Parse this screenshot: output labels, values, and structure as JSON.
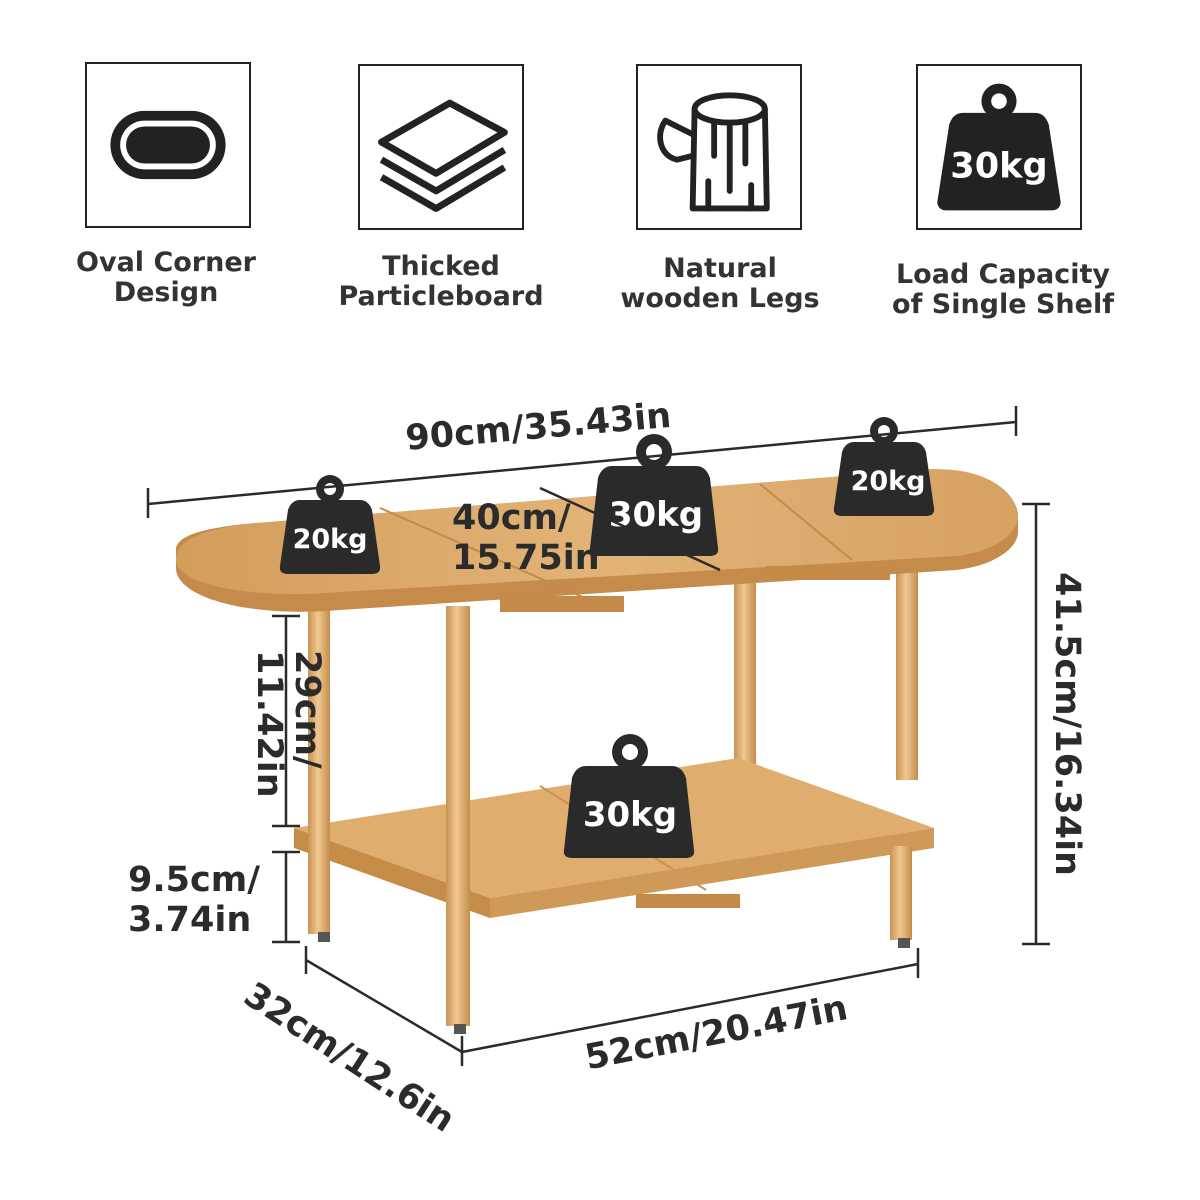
{
  "features": [
    {
      "icon": "oval-corner-icon",
      "label_line1": "Oval Corner",
      "label_line2": "Design"
    },
    {
      "icon": "layers-icon",
      "label_line1": "Thicked",
      "label_line2": "Particleboard"
    },
    {
      "icon": "tree-stump-icon",
      "label_line1": "Natural",
      "label_line2": "wooden Legs"
    },
    {
      "icon": "weight-icon",
      "label_line1": "Load Capacity",
      "label_line2": "of Single Shelf",
      "icon_text": "30kg"
    }
  ],
  "dimensions": {
    "length": "90cm/35.43in",
    "inner_width_line1": "40cm/",
    "inner_width_line2": "15.75in",
    "shelf_gap_line1": "29cm/",
    "shelf_gap_line2": "11.42in",
    "height": "41.5cm/16.34in",
    "foot_height_line1": "9.5cm/",
    "foot_height_line2": "3.74in",
    "depth": "32cm/12.6in",
    "shelf_length": "52cm/20.47in"
  },
  "weights": {
    "top_left": "20kg",
    "top_center": "30kg",
    "top_right": "20kg",
    "bottom_shelf": "30kg"
  },
  "colors": {
    "wood": "#d9a865",
    "wood_dark": "#c08a4a",
    "icon_dark": "#2a2a2a"
  }
}
